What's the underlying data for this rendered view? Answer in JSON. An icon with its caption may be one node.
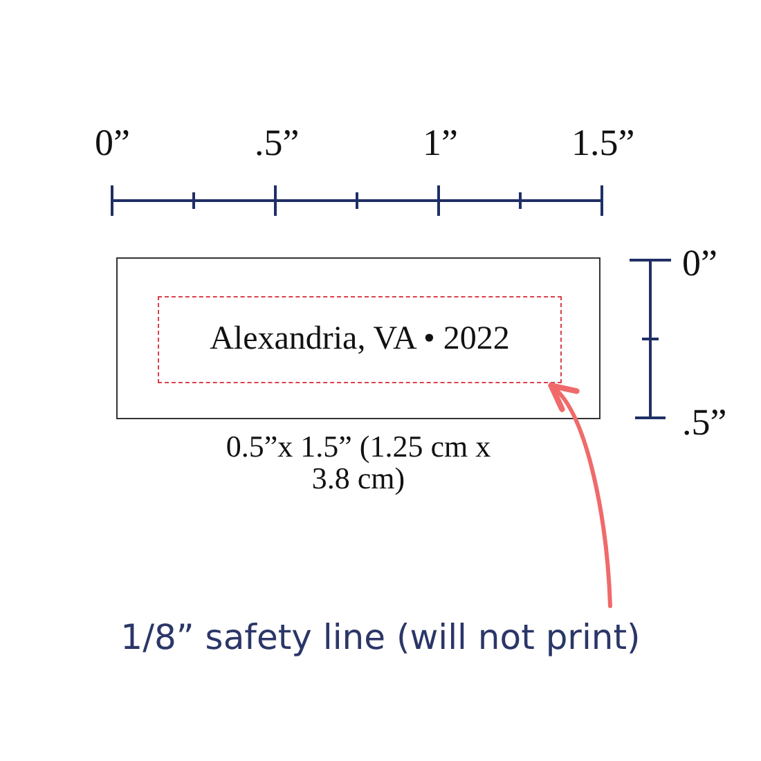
{
  "diagram": {
    "nodes": [
      {
        "text": [],
        "shape": "box",
        "beside": [
          "0.5”x 1.5” (1.25 cm x 3.8 cm)"
        ]
      },
      {
        "text": [
          "Alexandria, VA • 2022"
        ],
        "in": 0
      },
      {
        "text": [
          "1/8” safety line (will not print)"
        ]
      }
    ],
    "edges": [
      {
        "from": 2,
        "to": 1,
        "arrow": "to",
        "color": "#f06a6a"
      }
    ],
    "labels": [
      "0”",
      ".5”",
      "1”",
      "1.5”",
      "0”",
      ".5”"
    ]
  }
}
